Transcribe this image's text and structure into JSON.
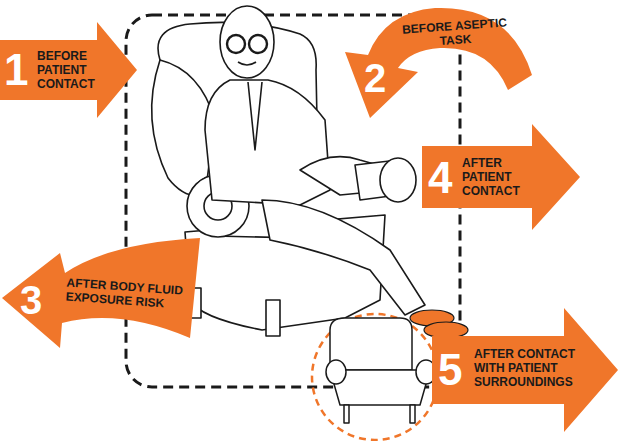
{
  "diagram": {
    "nodes": [
      {
        "text": [
          "1",
          "BEFORE PATIENT CONTACT"
        ]
      },
      {
        "text": [
          "2",
          "BEFORE ASEPTIC TASK"
        ]
      },
      {
        "text": [
          "4",
          "AFTER PATIENT CONTACT"
        ]
      },
      {
        "text": [
          "3",
          "AFTER BODY FLUID EXPOSURE RISK"
        ]
      },
      {
        "text": [
          "5",
          "AFTER CONTACT WITH PATIENT SURROUNDINGS"
        ]
      }
    ]
  }
}
